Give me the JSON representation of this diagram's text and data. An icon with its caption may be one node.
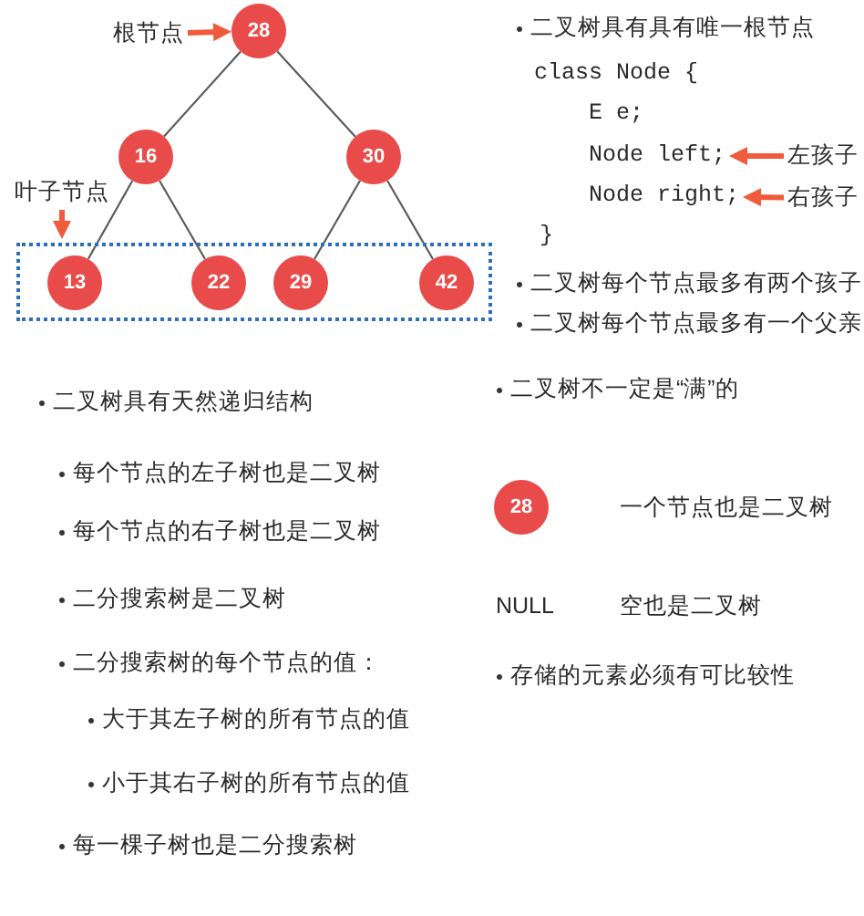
{
  "diagram": {
    "nodes": [
      {
        "text": [
          "根节点"
        ]
      },
      {
        "text": [
          "28"
        ]
      },
      {
        "text": [
          "16"
        ]
      },
      {
        "text": [
          "30"
        ]
      },
      {
        "text": [
          "叶子节点"
        ]
      },
      {
        "text": [],
        "shape": "box"
      },
      {
        "text": [
          "13"
        ],
        "in": 5
      },
      {
        "text": [
          "22"
        ],
        "in": 5
      },
      {
        "text": [
          "29"
        ],
        "in": 5
      },
      {
        "text": [
          "42"
        ],
        "in": 5
      },
      {
        "text": [
          "Node left;"
        ]
      },
      {
        "text": [
          "左孩子"
        ]
      },
      {
        "text": [
          "Node right;"
        ]
      },
      {
        "text": [
          "右孩子"
        ]
      },
      {
        "text": [
          "28"
        ],
        "beside": [
          "一个节点也是二叉树"
        ]
      }
    ],
    "edges": [
      {
        "from": 0,
        "to": 1,
        "arrow": "to",
        "style": "thick",
        "color": "#f15a3b"
      },
      {
        "from": 1,
        "to": 2,
        "arrow": "none"
      },
      {
        "from": 1,
        "to": 3,
        "arrow": "none"
      },
      {
        "from": 2,
        "to": 6,
        "arrow": "none"
      },
      {
        "from": 2,
        "to": 7,
        "arrow": "none"
      },
      {
        "from": 3,
        "to": 8,
        "arrow": "none"
      },
      {
        "from": 3,
        "to": 9,
        "arrow": "none"
      },
      {
        "from": 4,
        "to": 5,
        "arrow": "to",
        "style": "thick",
        "color": "#f15a3b"
      },
      {
        "from": 11,
        "to": 10,
        "arrow": "to",
        "style": "thick",
        "color": "#f15a3b"
      },
      {
        "from": 13,
        "to": 12,
        "arrow": "to",
        "style": "thick",
        "color": "#f15a3b"
      }
    ],
    "labels": [
      "二叉树具有具有唯一根节点",
      "class Node {",
      "E e;",
      "}",
      "二叉树每个节点最多有两个孩子",
      "二叉树每个节点最多有一个父亲",
      "二叉树具有天然递归结构",
      "每个节点的左子树也是二叉树",
      "每个节点的右子树也是二叉树",
      "二分搜索树是二叉树",
      "二分搜索树的每个节点的值：",
      "大于其左子树的所有节点的值",
      "小于其右子树的所有节点的值",
      "每一棵子树也是二分搜索树",
      "二叉树不一定是“满”的",
      "NULL",
      "空也是二叉树",
      "存储的元素必须有可比较性"
    ]
  }
}
